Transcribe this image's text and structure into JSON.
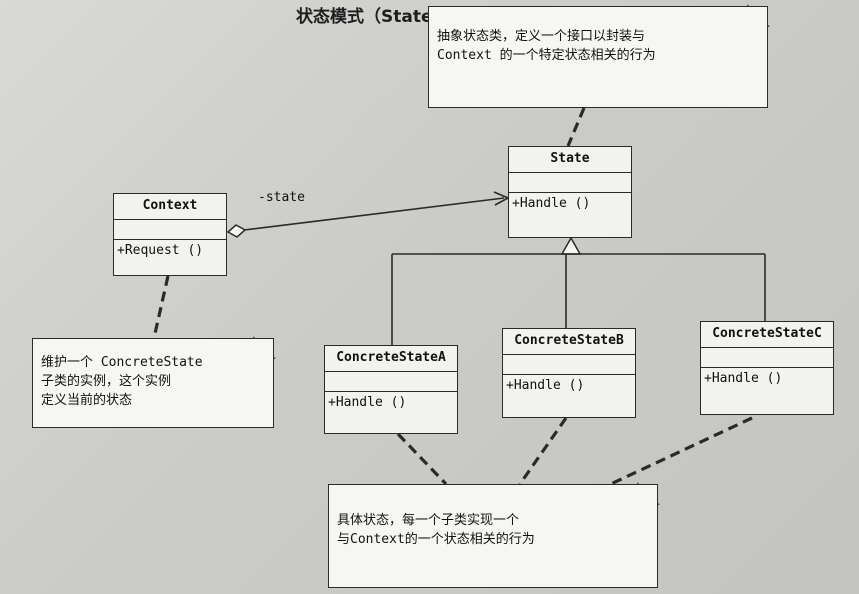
{
  "title": "状态模式（State）结构图",
  "association_label": "-state",
  "classes": {
    "state": {
      "name": "State",
      "operation": "+Handle ()"
    },
    "context": {
      "name": "Context",
      "operation": "+Request ()"
    },
    "concrete_a": {
      "name": "ConcreteStateA",
      "operation": "+Handle ()"
    },
    "concrete_b": {
      "name": "ConcreteStateB",
      "operation": "+Handle ()"
    },
    "concrete_c": {
      "name": "ConcreteStateC",
      "operation": "+Handle ()"
    }
  },
  "notes": {
    "state_note": [
      "抽象状态类，定义一个接口以封装与",
      "Context 的一个特定状态相关的行为"
    ],
    "context_note": [
      "维护一个 ConcreteState",
      "子类的实例，这个实例",
      "定义当前的状态"
    ],
    "concrete_note": [
      "具体状态，每一个子类实现一个",
      "与Context的一个状态相关的行为"
    ]
  }
}
